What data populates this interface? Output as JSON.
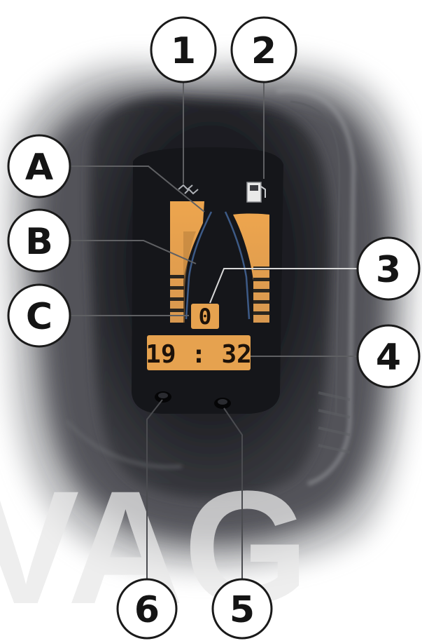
{
  "callouts": {
    "c1": "1",
    "c2": "2",
    "c3": "3",
    "c4": "4",
    "c5": "5",
    "c6": "6",
    "cA": "A",
    "cB": "B",
    "cC": "C"
  },
  "display": {
    "odometer_value": "0",
    "clock_time": "19 : 32"
  },
  "watermark": {
    "text": "VAG"
  },
  "colors": {
    "display_amber": "#e6a24f",
    "panel_dark": "#1a1b20",
    "callout_stroke": "#1a1a1a"
  }
}
